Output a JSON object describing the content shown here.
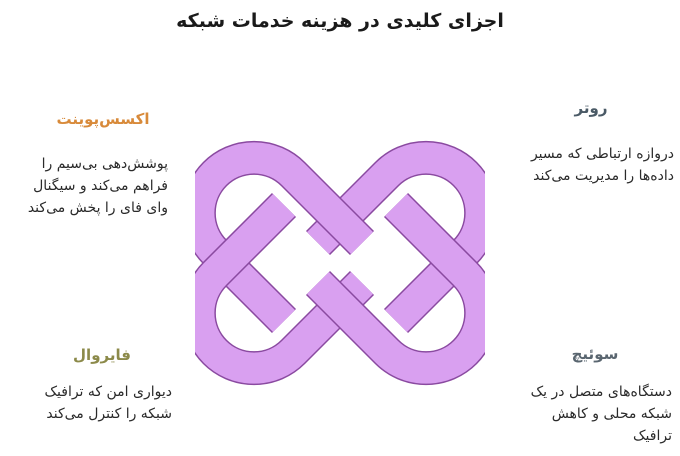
{
  "title": "اجزای کلیدی در هزینه خدمات شبکه",
  "colors": {
    "knot_fill": "#d9a0f0",
    "knot_stroke": "#8a4aa0",
    "access_point_heading": "#d88a3a",
    "router_heading": "#4a5a66",
    "firewall_heading": "#8c8a4a",
    "switch_heading": "#5a6670"
  },
  "components": {
    "access_point": {
      "heading": "اکسس‌پوینت",
      "description": "پوشش‌دهی بی‌سیم را\nفراهم می‌کند و سیگنال\nوای فای را پخش می‌کند"
    },
    "router": {
      "heading": "روتر",
      "description": "دروازه ارتباطی که مسیر\nداده‌ها را مدیریت می‌کند"
    },
    "firewall": {
      "heading": "فایروال",
      "description": "دیواری امن که ترافیک\nشبکه را کنترل می‌کند"
    },
    "switch": {
      "heading": "سوئیچ",
      "description": "دستگاه‌های متصل در یک\nشبکه محلی و کاهش\nترافیک"
    }
  }
}
